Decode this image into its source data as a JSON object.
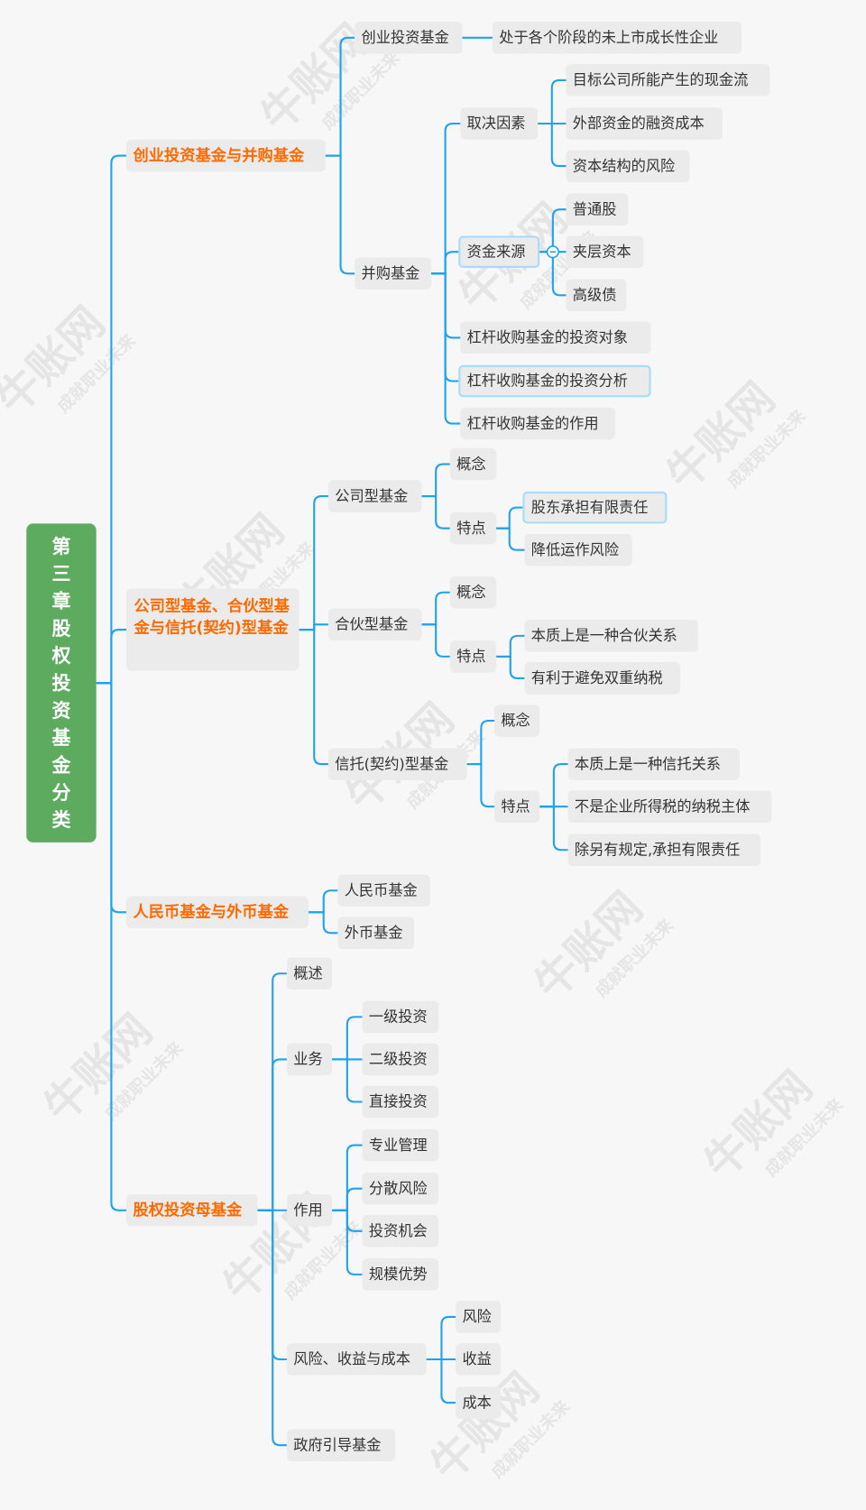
{
  "watermark": {
    "brand": "牛账网",
    "slogan": "成就职业未来"
  },
  "colors": {
    "link": "#1ea1ee",
    "root_bg": "#5cab5f",
    "level1_text": "#ff6a00",
    "node_bg": "#ebebeb",
    "selected_border": "#a6dcf7"
  },
  "root": {
    "label": "第三章股权投资基金分类"
  },
  "branches": [
    {
      "label": "创业投资基金与并购基金",
      "children": [
        {
          "label": "创业投资基金",
          "children": [
            {
              "label": "处于各个阶段的未上市成长性企业"
            }
          ]
        },
        {
          "label": "并购基金",
          "children": [
            {
              "label": "取决因素",
              "children": [
                {
                  "label": "目标公司所能产生的现金流"
                },
                {
                  "label": "外部资金的融资成本"
                },
                {
                  "label": "资本结构的风险"
                }
              ]
            },
            {
              "label": "资金来源",
              "children": [
                {
                  "label": "普通股"
                },
                {
                  "label": "夹层资本"
                },
                {
                  "label": "高级债"
                }
              ]
            },
            {
              "label": "杠杆收购基金的投资对象"
            },
            {
              "label": "杠杆收购基金的投资分析"
            },
            {
              "label": "杠杆收购基金的作用"
            }
          ]
        }
      ]
    },
    {
      "label": "公司型基金、合伙型基金与信托(契约)型基金",
      "children": [
        {
          "label": "公司型基金",
          "children": [
            {
              "label": "概念"
            },
            {
              "label": "特点",
              "children": [
                {
                  "label": "股东承担有限责任"
                },
                {
                  "label": "降低运作风险"
                }
              ]
            }
          ]
        },
        {
          "label": "合伙型基金",
          "children": [
            {
              "label": "概念"
            },
            {
              "label": "特点",
              "children": [
                {
                  "label": "本质上是一种合伙关系"
                },
                {
                  "label": "有利于避免双重纳税"
                }
              ]
            }
          ]
        },
        {
          "label": "信托(契约)型基金",
          "children": [
            {
              "label": "概念"
            },
            {
              "label": "特点",
              "children": [
                {
                  "label": "本质上是一种信托关系"
                },
                {
                  "label": "不是企业所得税的纳税主体"
                },
                {
                  "label": "除另有规定,承担有限责任"
                }
              ]
            }
          ]
        }
      ]
    },
    {
      "label": "人民币基金与外币基金",
      "children": [
        {
          "label": "人民币基金"
        },
        {
          "label": "外币基金"
        }
      ]
    },
    {
      "label": "股权投资母基金",
      "children": [
        {
          "label": "概述"
        },
        {
          "label": "业务",
          "children": [
            {
              "label": "一级投资"
            },
            {
              "label": "二级投资"
            },
            {
              "label": "直接投资"
            }
          ]
        },
        {
          "label": "作用",
          "children": [
            {
              "label": "专业管理"
            },
            {
              "label": "分散风险"
            },
            {
              "label": "投资机会"
            },
            {
              "label": "规模优势"
            }
          ]
        },
        {
          "label": "风险、收益与成本",
          "children": [
            {
              "label": "风险"
            },
            {
              "label": "收益"
            },
            {
              "label": "成本"
            }
          ]
        },
        {
          "label": "政府引导基金"
        }
      ]
    }
  ]
}
